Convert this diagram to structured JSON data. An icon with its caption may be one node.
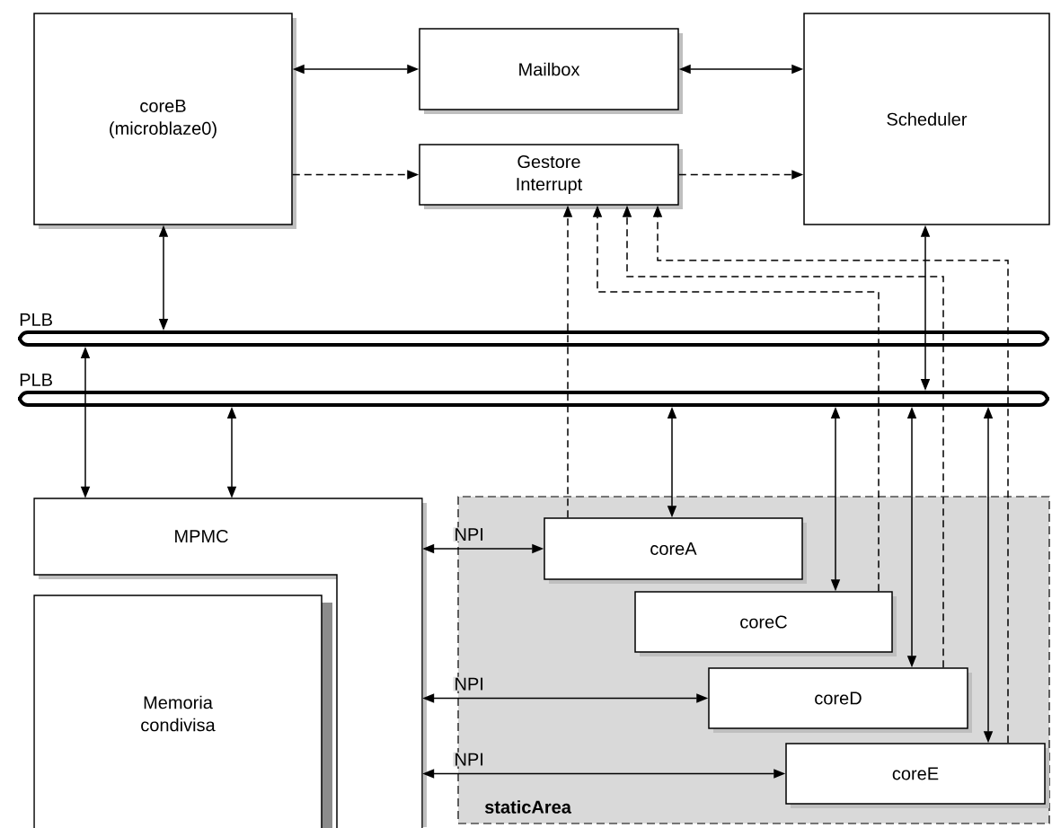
{
  "diagram": {
    "nodes": [
      {
        "text": [
          "coreB (microblaze0)"
        ]
      },
      {
        "text": [
          "Mailbox"
        ]
      },
      {
        "text": [
          "Gestore Interrupt"
        ]
      },
      {
        "text": [
          "Scheduler"
        ]
      },
      {
        "text": [
          "PLB"
        ]
      },
      {
        "text": [
          "PLB"
        ]
      },
      {
        "text": [
          "MPMC"
        ]
      },
      {
        "text": [
          "Memoria condivisa"
        ]
      },
      {
        "text": [
          "staticArea"
        ]
      },
      {
        "text": [
          "coreA"
        ],
        "in": 8
      },
      {
        "text": [
          "coreC"
        ],
        "in": 8
      },
      {
        "text": [
          "coreD"
        ],
        "in": 8
      },
      {
        "text": [
          "coreE"
        ],
        "in": 8
      }
    ],
    "edges": [
      {
        "from": 0,
        "to": 1,
        "arrow": "both"
      },
      {
        "from": 1,
        "to": 3,
        "arrow": "both"
      },
      {
        "from": 0,
        "to": 2,
        "arrow": "to",
        "style": "dashed"
      },
      {
        "from": 2,
        "to": 3,
        "arrow": "to",
        "style": "dashed"
      },
      {
        "from": 0,
        "to": 4,
        "arrow": "both"
      },
      {
        "from": 4,
        "to": 6,
        "arrow": "both"
      },
      {
        "from": 5,
        "to": 6,
        "arrow": "both"
      },
      {
        "from": 3,
        "to": 5,
        "arrow": "both"
      },
      {
        "from": 5,
        "to": 9,
        "arrow": "both"
      },
      {
        "from": 5,
        "to": 10,
        "arrow": "both"
      },
      {
        "from": 5,
        "to": 11,
        "arrow": "both"
      },
      {
        "from": 5,
        "to": 12,
        "arrow": "both"
      },
      {
        "from": 9,
        "to": 2,
        "arrow": "to",
        "style": "dashed"
      },
      {
        "from": 10,
        "to": 2,
        "arrow": "to",
        "style": "dashed"
      },
      {
        "from": 11,
        "to": 2,
        "arrow": "to",
        "style": "dashed"
      },
      {
        "from": 12,
        "to": 2,
        "arrow": "to",
        "style": "dashed"
      },
      {
        "from": 6,
        "to": 9,
        "arrow": "both",
        "label": "NPI"
      },
      {
        "from": 6,
        "to": 11,
        "arrow": "both",
        "label": "NPI"
      },
      {
        "from": 6,
        "to": 12,
        "arrow": "both",
        "label": "NPI"
      }
    ]
  }
}
